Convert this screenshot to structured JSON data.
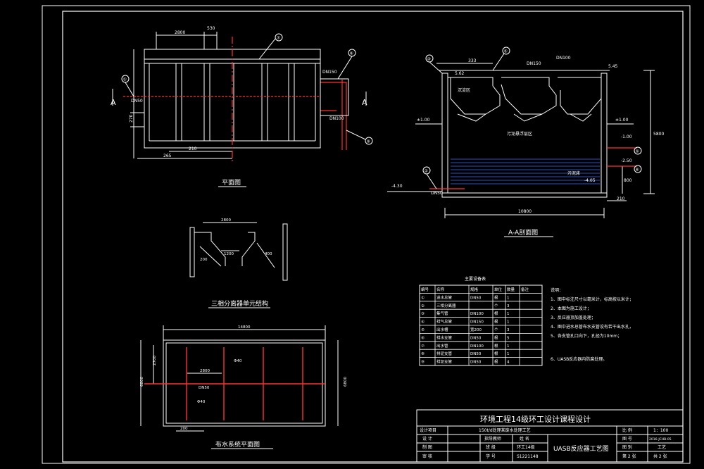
{
  "titles": {
    "plan": "平面图",
    "section": "A-A剖面图",
    "separator": "三相分离器单元结构",
    "inlet": "布水系统平面图"
  },
  "section_mark": "A",
  "plan": {
    "dim_top": "2800",
    "dim_top_small": "530",
    "dim_left": "270",
    "dim_bottom": "210",
    "dim_bottom_left": "265",
    "pipe_in": "DN50",
    "pipe_gas": "DN150",
    "pipe_out": "DN100",
    "callouts": [
      "①",
      "⑦",
      "⑧",
      "⑨"
    ]
  },
  "section": {
    "dim_top": "333",
    "gas_pipe": "DN100",
    "pipe_label": "DN150",
    "level_top_left": "5.62",
    "level_top_right": "5.45",
    "level_ground_left": "±1.00",
    "level_ground_right": "±1.00",
    "level_out": "-1.00",
    "level_mid": "-2.50",
    "level_bottom": "-4.05",
    "level_base": "-4.30",
    "height": "5800",
    "bottom_gap": "800",
    "small_dim": "210",
    "width": "10800",
    "zone_upper": "沉淀区",
    "zone_middle": "污泥悬浮层区",
    "zone_lower": "污泥床",
    "pipe_in": "DN50",
    "callouts": [
      "④",
      "③",
      "⑤",
      "⑥",
      "①"
    ]
  },
  "separator": {
    "dim_top": "2800",
    "dim_inner": "1200",
    "dim_side": "200",
    "dim_slope": "400"
  },
  "inlet": {
    "dim_top": "14800",
    "dim_left_outer": "6800",
    "dim_left_inner": "2700",
    "dim_right": "6800",
    "dim_spacing": "2800",
    "dim_bottom": "200",
    "pipe_a": "Φ40",
    "pipe_b": "Φ40",
    "pipe_c": "DN50"
  },
  "table": {
    "title": "主要设备表",
    "headers": [
      "编号",
      "名称",
      "规格",
      "单位",
      "数量",
      "备注"
    ],
    "rows": [
      [
        "①",
        "进水总管",
        "DN50",
        "根",
        "1",
        ""
      ],
      [
        "②",
        "三相分离器",
        "",
        "个",
        "3",
        ""
      ],
      [
        "③",
        "集气管",
        "DN100",
        "根",
        "1",
        ""
      ],
      [
        "④",
        "排气总管",
        "DN150",
        "根",
        "1",
        ""
      ],
      [
        "⑤",
        "出水槽",
        "宽200",
        "个",
        "3",
        ""
      ],
      [
        "⑥",
        "排水支管",
        "DN50",
        "根",
        "5",
        ""
      ],
      [
        "⑦",
        "出水管",
        "DN100",
        "根",
        "1",
        ""
      ],
      [
        "⑧",
        "排泥支管",
        "DN50",
        "根",
        "1",
        ""
      ],
      [
        "⑨",
        "排泥支管",
        "DN50",
        "根",
        "4",
        ""
      ]
    ]
  },
  "notes": [
    "说明：",
    "1、图中标注尺寸以毫米计，标高按以米计；",
    "2、本图为施工设计；",
    "3、反应器顶加盖处理；",
    "4、图中进水总管布水支管设有若干出水孔，",
    "5、各支管孔口向下，孔径为10mm；",
    "6、UASB反应器内防腐处理。"
  ],
  "title_block": {
    "header": "环境工程14级环工设计课程设计",
    "project_label": "设计项目",
    "project_value": "150t/d处理某废水处理工艺",
    "scale_label": "比  例",
    "scale_value": "1：100",
    "row2": [
      "设  计",
      "",
      "指导教师",
      "姓 名"
    ],
    "row3": [
      "制  图",
      "",
      "班  级",
      "环工14级"
    ],
    "row4": [
      "审  核",
      "",
      "学  号",
      "S1221148"
    ],
    "drawing_name": "UASB反应器工艺图",
    "no_label": "图  号",
    "no_value": "2016-JCHB-05",
    "cat_label": "图  别",
    "cat_value": "工艺",
    "sheet_label": "第 2 张",
    "sheet_total": "共 2 张"
  }
}
